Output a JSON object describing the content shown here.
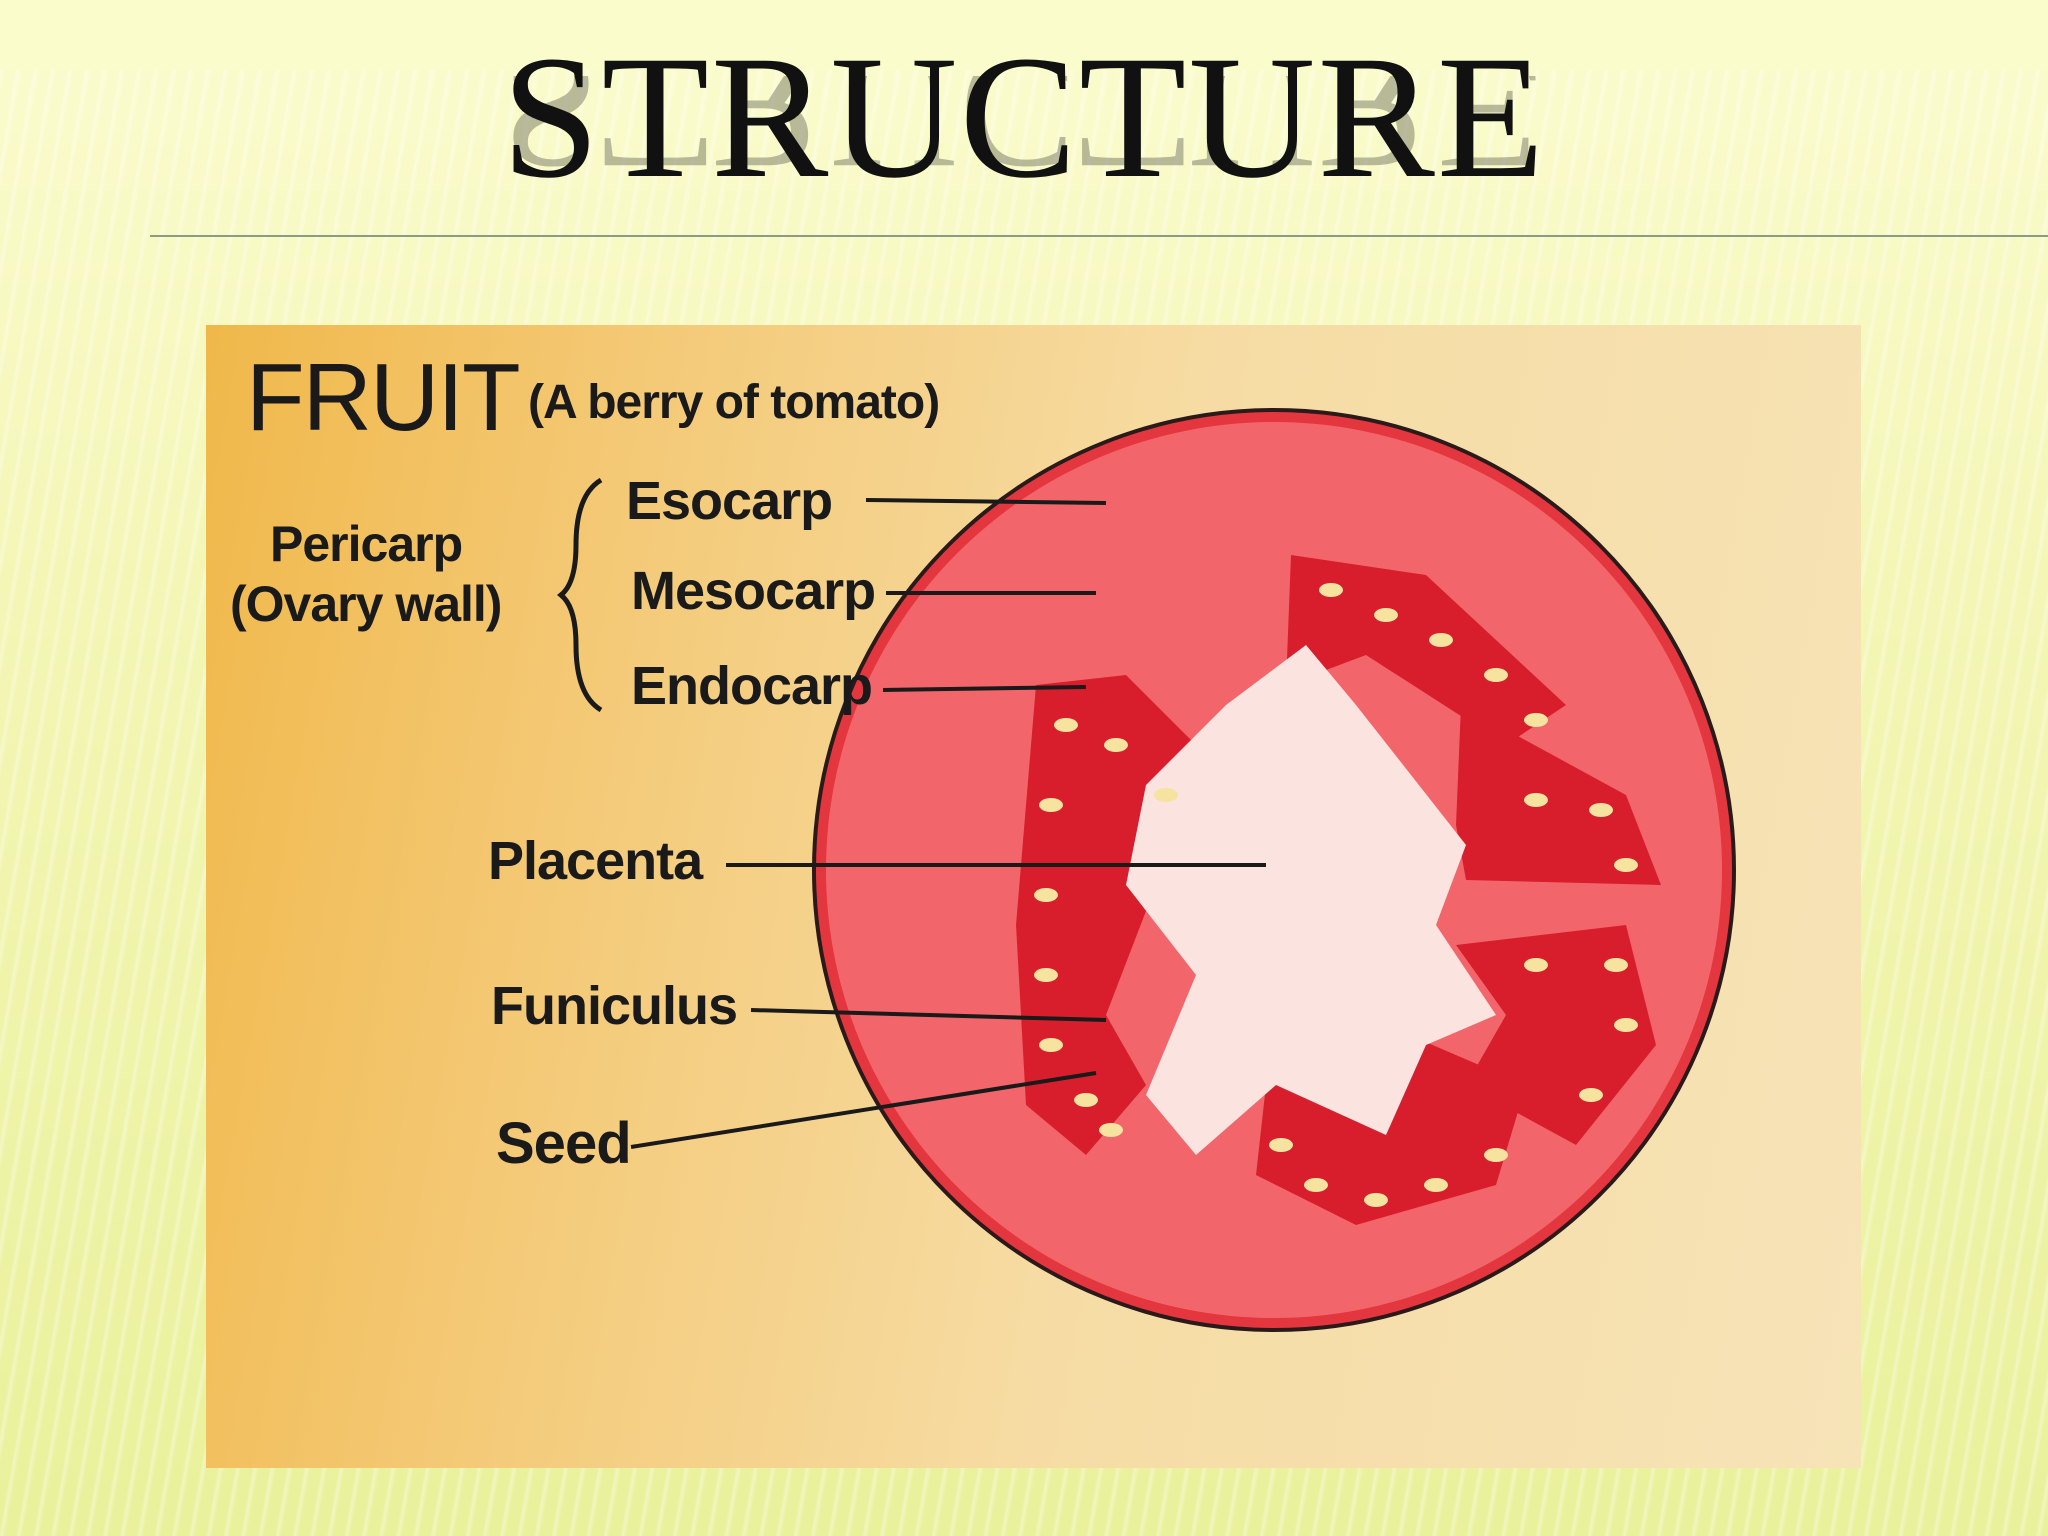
{
  "slide": {
    "title": "STRUCTURE"
  },
  "figure": {
    "heading": "FRUIT",
    "subheading": "(A berry of tomato)",
    "group_label_line1": "Pericarp",
    "group_label_line2": "(Ovary wall)",
    "labels": {
      "esocarp": "Esocarp",
      "mesocarp": "Mesocarp",
      "endocarp": "Endocarp",
      "placenta": "Placenta",
      "funiculus": "Funiculus",
      "seed": "Seed"
    },
    "colors": {
      "skin": "#e8424a",
      "flesh": "#f06a6e",
      "placenta": "#fbe3e0",
      "seed": "#f6e3a0",
      "background": "#f4ca78"
    }
  }
}
